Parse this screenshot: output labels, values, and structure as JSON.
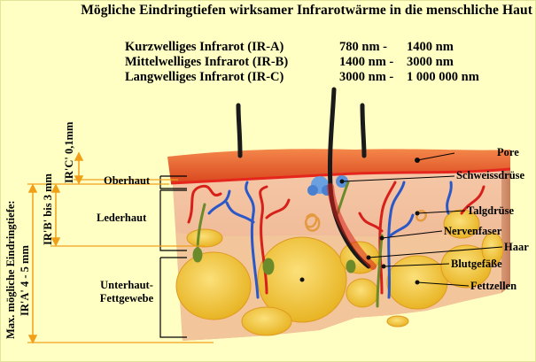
{
  "title": "Mögliche Eindringtiefen wirksamer Infrarotwärme in die menschliche Haut",
  "ir_types": [
    {
      "name": "Kurzwelliges Infrarot (IR-A)",
      "from": "780 nm -",
      "to": "1400 nm"
    },
    {
      "name": "Mittelwelliges Infrarot (IR-B)",
      "from": "1400 nm -",
      "to": "3000 nm"
    },
    {
      "name": "Langwelliges Infrarot (IR-C)",
      "from": "3000 nm -",
      "to": "1 000 000 nm"
    }
  ],
  "layers": {
    "oberhaut": "Oberhaut",
    "lederhaut": "Lederhaut",
    "unterhaut_line1": "Unterhaut-",
    "unterhaut_line2": "Fettgewebe"
  },
  "depths": {
    "max_label": "Max. mögliche Eindringtiefe:",
    "ir_a": "IR'A' 4 - 5 mm",
    "ir_b": "IR'B' bis 3 mm",
    "ir_c": "IR'C' 0,1mm"
  },
  "structures": [
    {
      "key": "pore",
      "label": "Pore"
    },
    {
      "key": "schweissdruese",
      "label": "Schweissdrüse"
    },
    {
      "key": "talgdruese",
      "label": "Talgdrüse"
    },
    {
      "key": "nervenfaser",
      "label": "Nervenfaser"
    },
    {
      "key": "haar",
      "label": "Haar"
    },
    {
      "key": "blutgefaesse",
      "label": "Blutgefäße"
    },
    {
      "key": "fettzellen",
      "label": "Fettzellen"
    }
  ],
  "colors": {
    "background": "#ffffc4",
    "epidermis": "#e8622c",
    "dermis": "#f0b89a",
    "fat": "#f3c533",
    "artery": "#d8201a",
    "vein": "#2a58c8",
    "nerve": "#6b8a2a",
    "hair": "#1a1a1a",
    "arrow": "#f0a018"
  }
}
